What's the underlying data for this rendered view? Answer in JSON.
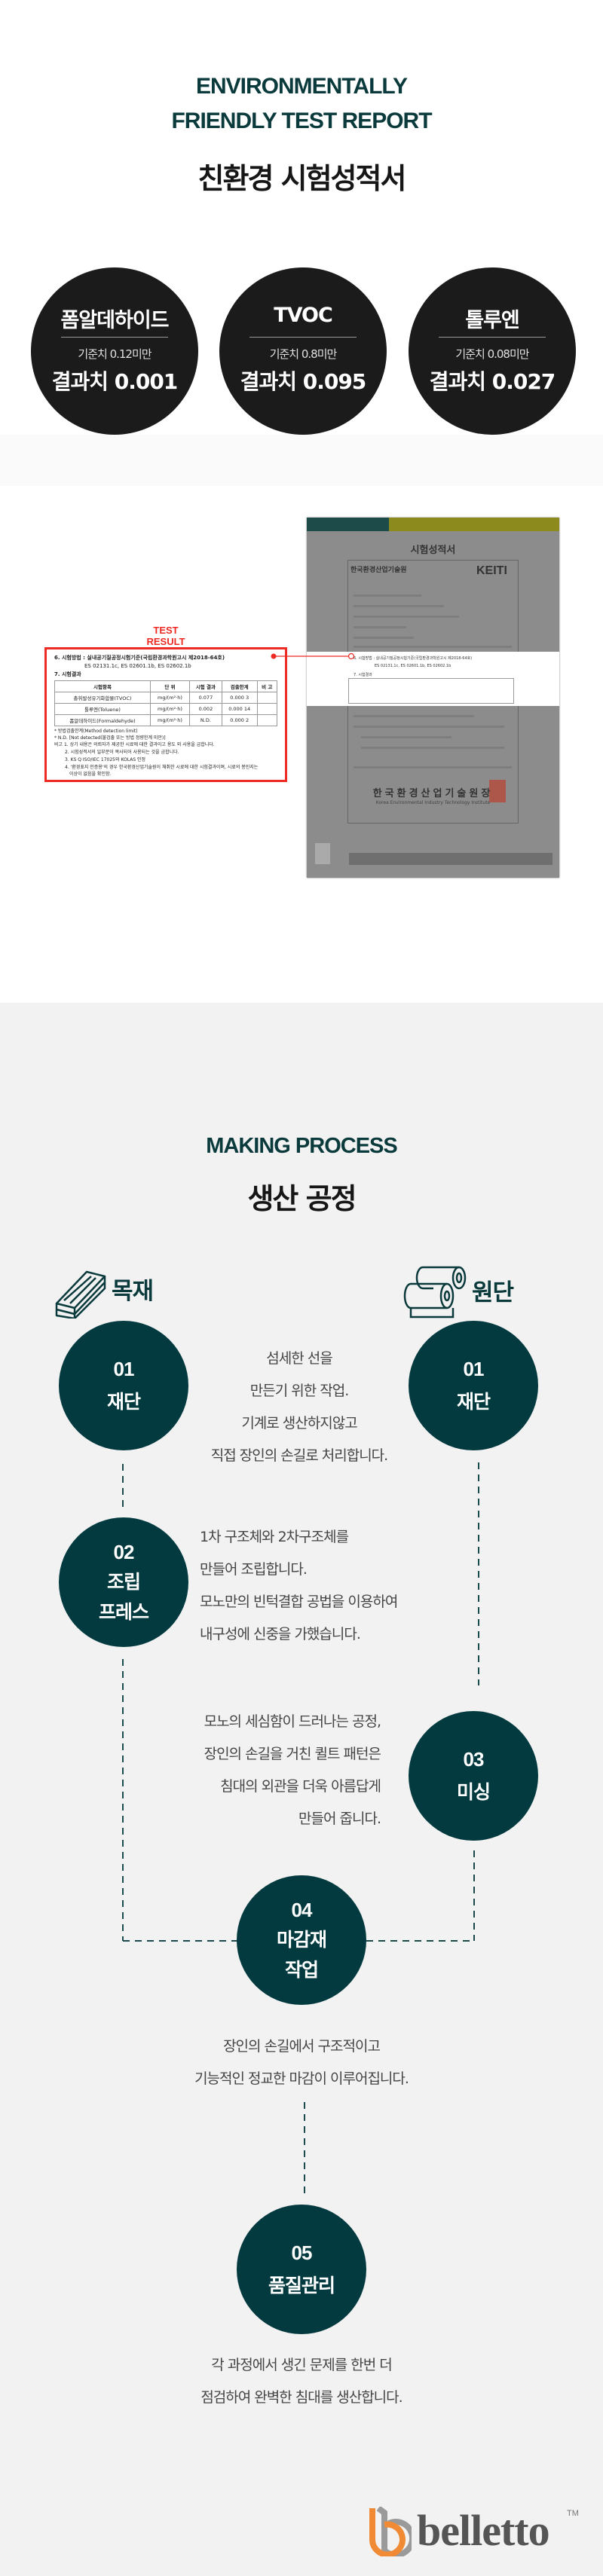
{
  "report": {
    "title_en_line1": "ENVIRONMENTALLY",
    "title_en_line2": "FRIENDLY TEST REPORT",
    "title_ko": "친환경 시험성적서",
    "results": [
      {
        "name": "폼알데하이드",
        "standard": "기준치 0.12미만",
        "result": "결과치  0.001"
      },
      {
        "name": "TVOC",
        "standard": "기준치  0.8미만",
        "result": "결과치  0.095"
      },
      {
        "name": "톨루엔",
        "standard": "기준치 0.08미만",
        "result": "결과치  0.027"
      }
    ]
  },
  "test_result": {
    "label": "TEST RESULT",
    "method": "6. 시험방법 : 실내공기질공정시험기준(국립환경과학원고시 제2018-64호)",
    "method_codes": "ES 02131.1c, ES 02601.1b, ES 02602.1b",
    "section": "7. 시험결과",
    "table_headers": [
      "시험항목",
      "단 위",
      "시험 결과",
      "검출한계",
      "비 고"
    ],
    "table_rows": [
      [
        "총휘발성유기화합물(TVOC)",
        "mg/(m²·h)",
        "0.077",
        "0.000 3",
        ""
      ],
      [
        "톨루엔(Toluene)",
        "mg/(m²·h)",
        "0.002",
        "0.000 14",
        ""
      ],
      [
        "폼알데하이드(Formaldehyde)",
        "mg/(m²·h)",
        "N.D.",
        "0.000 2",
        ""
      ]
    ],
    "notes": [
      "* 방법검출한계(Method detection limit)",
      "* N.D. [Not detected(불검출 또는 방법 정량한계 미만)]",
      "비고 1. 상기 내용은 의뢰자가 제공한 시료에 대한 결과이고 용도 외 사용을 금합니다.",
      "2. 시험성적서의 일부분이 복사되어 사용되는 것을 금합니다.",
      "3. KS Q ISO/IEC 17025와 KOLAS 인정",
      "4. '환경표지 인증용'의 경우 한국환경산업기술원이 채취한 시료에 대한 시험결과이며, 시료의 봉인지는",
      "이상이 없음을 확인함."
    ]
  },
  "certificate": {
    "title": "시험성적서",
    "org": "한국환경산업기술원",
    "logo": "KEITI",
    "issuer": "한국환경산업기술원장",
    "issuer_en": "Korea Environmental Industry Technology Institute"
  },
  "process": {
    "title_en": "MAKING PROCESS",
    "title_ko": "생산 공정",
    "materials": {
      "wood": "목재",
      "fabric": "원단"
    },
    "steps": [
      {
        "num": "01",
        "name": "재단",
        "side": "wood"
      },
      {
        "num": "01",
        "name": "재단",
        "side": "fabric"
      },
      {
        "num": "02",
        "name_lines": [
          "조립",
          "프레스"
        ]
      },
      {
        "num": "03",
        "name": "미싱"
      },
      {
        "num": "04",
        "name_lines": [
          "마감재",
          "작업"
        ]
      },
      {
        "num": "05",
        "name": "품질관리"
      }
    ],
    "desc_01": [
      "섬세한 선을",
      "만든기 위한 작업.",
      "기계로 생산하지않고",
      "직접 장인의 손길로 처리합니다."
    ],
    "desc_02": [
      "1차 구조체와 2차구조체를",
      "만들어 조립합니다.",
      "모노만의 빈턱결합 공법을 이용하여",
      "내구성에 신중을 가했습니다."
    ],
    "desc_03": [
      "모노의 세심함이 드러나는 공정,",
      "장인의 손길을 거친 퀼트 패턴은",
      "침대의 외관을 더욱 아름답게",
      "만들어 줍니다."
    ],
    "desc_04": [
      "장인의 손길에서 구조적이고",
      "기능적인 정교한 마감이 이루어집니다."
    ],
    "desc_05": [
      "각 과정에서 생긴 문제를 한번 더",
      "점검하여 완벽한 침대를 생산합니다."
    ]
  },
  "brand": {
    "name": "belletto",
    "tm": "TM"
  },
  "colors": {
    "accent": "#023a3f",
    "red": "#ee2a24",
    "logo_orange": "#f08a34"
  }
}
